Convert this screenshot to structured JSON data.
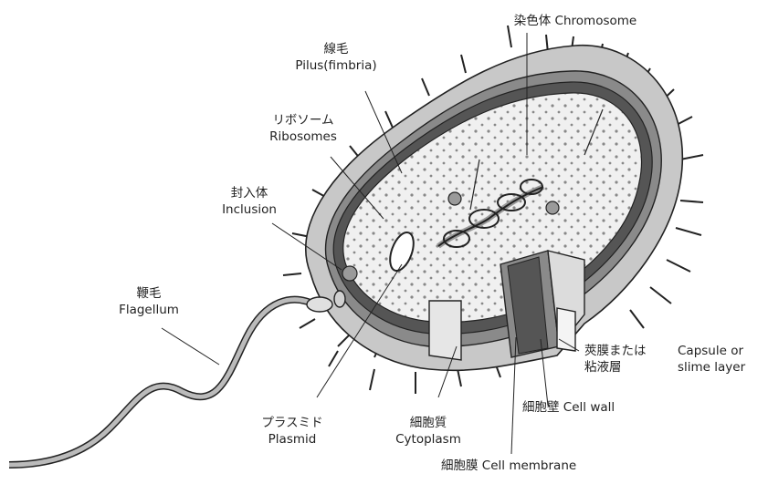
{
  "labels": {
    "chromosome": "染色体 Chromosome",
    "pilus_jp": "線毛",
    "pilus_en": "Pilus(fimbria)",
    "ribosomes_jp": "リボソーム",
    "ribosomes_en": "Ribosomes",
    "inclusion_jp": "封入体",
    "inclusion_en": "Inclusion",
    "flagellum_jp": "鞭毛",
    "flagellum_en": "Flagellum",
    "plasmid_jp": "プラスミド",
    "plasmid_en": "Plasmid",
    "cytoplasm_jp": "細胞質",
    "cytoplasm_en": "Cytoplasm",
    "cell_membrane": "細胞膜 Cell membrane",
    "cell_wall": "細胞壁 Cell wall",
    "capsule_jp_1": "莢膜または",
    "capsule_jp_2": "粘液層",
    "capsule_en_1": "Capsule or",
    "capsule_en_2": "slime layer"
  },
  "colors": {
    "capsule": "#c8c8c8",
    "wall": "#8a8a8a",
    "membrane": "#555555",
    "cytoplasm": "#f0f0f0",
    "outline": "#222222"
  }
}
